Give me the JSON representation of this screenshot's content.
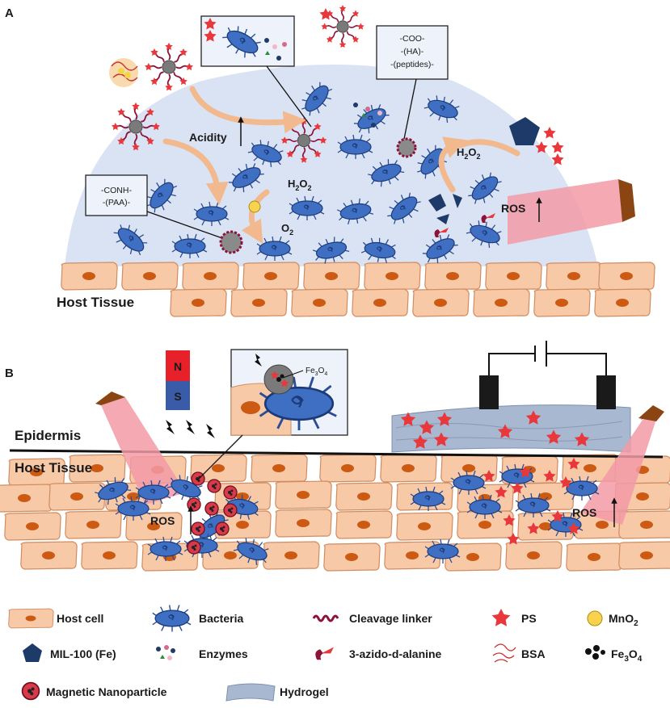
{
  "panel_a": {
    "label": "A",
    "acidity": "Acidity",
    "h2o2_left": "H",
    "h2o2_left_sub": "2",
    "h2o2_left_o": "O",
    "h2o2_left_sub2": "2",
    "o2": "O",
    "o2_sub": "2",
    "h2o2_right": "H",
    "h2o2_right_sub": "2",
    "h2o2_right_o": "O",
    "h2o2_right_sub2": "2",
    "ros": "ROS",
    "box_conh": [
      "-CONH-",
      "-(PAA)-"
    ],
    "box_coo": [
      "-COO-",
      "-(HA)-",
      "-(peptides)-"
    ],
    "host_tissue": "Host Tissue"
  },
  "panel_b": {
    "label": "B",
    "magnet_n": "N",
    "magnet_s": "S",
    "fe3o4_inset": "Fe",
    "fe3o4_inset_sub": "3",
    "fe3o4_inset_o": "O",
    "fe3o4_inset_sub2": "4",
    "epidermis": "Epidermis",
    "host_tissue": "Host Tissue",
    "ros_left": "ROS",
    "ros_right": "ROS"
  },
  "legend": {
    "host_cell": "Host cell",
    "bacteria": "Bacteria",
    "cleavage_linker": "Cleavage linker",
    "ps": "PS",
    "mno2": "MnO",
    "mno2_sub": "2",
    "mil100": "MIL-100 (Fe)",
    "enzymes": "Enzymes",
    "azido": "3-azido-d-alanine",
    "bsa": "BSA",
    "fe3o4": "Fe",
    "fe3o4_sub": "3",
    "fe3o4_o": "O",
    "fe3o4_sub2": "4",
    "magnetic_np": "Magnetic Nanoparticle",
    "hydrogel": "Hydrogel"
  },
  "colors": {
    "host_cell_fill": "#f8c9a6",
    "host_cell_stroke": "#d08d62",
    "nucleus": "#cc5a12",
    "bacteria_fill": "#3e6fc2",
    "bacteria_stroke": "#1d3a78",
    "biofilm": "#d9e3f3",
    "arrow": "#f2b98f",
    "ps": "#e8383b",
    "linker": "#8c1238",
    "mno2": "#f7d34e",
    "mil": "#1e3a68",
    "light_beam": "#f29aa6",
    "emitter": "#8b4513",
    "hydrogel": "#a8b8d0"
  }
}
